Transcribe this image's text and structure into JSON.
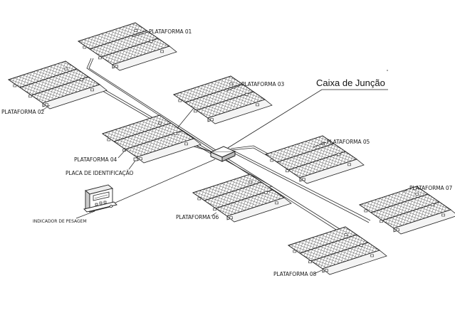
{
  "junction_box": {
    "label": "Caixa de Junção"
  },
  "indicator": {
    "label": "INDICADOR DE PESAGEM"
  },
  "id_plate": {
    "label": "PLACA DE IDENTIFICAÇÃO"
  },
  "platforms": [
    {
      "id": "01",
      "label": "PLATAFORMA 01"
    },
    {
      "id": "02",
      "label": "PLATAFORMA 02"
    },
    {
      "id": "03",
      "label": "PLATAFORMA 03"
    },
    {
      "id": "04",
      "label": "PLATAFORMA 04"
    },
    {
      "id": "05",
      "label": "PLATAFORMA 05"
    },
    {
      "id": "06",
      "label": "PLATAFORMA 06"
    },
    {
      "id": "07",
      "label": "PLATAFORMA 07"
    },
    {
      "id": "08",
      "label": "PLATAFORMA 08"
    }
  ],
  "colors": {
    "line": "#2a2a2a",
    "hatch": "#555555",
    "background": "#ffffff"
  }
}
